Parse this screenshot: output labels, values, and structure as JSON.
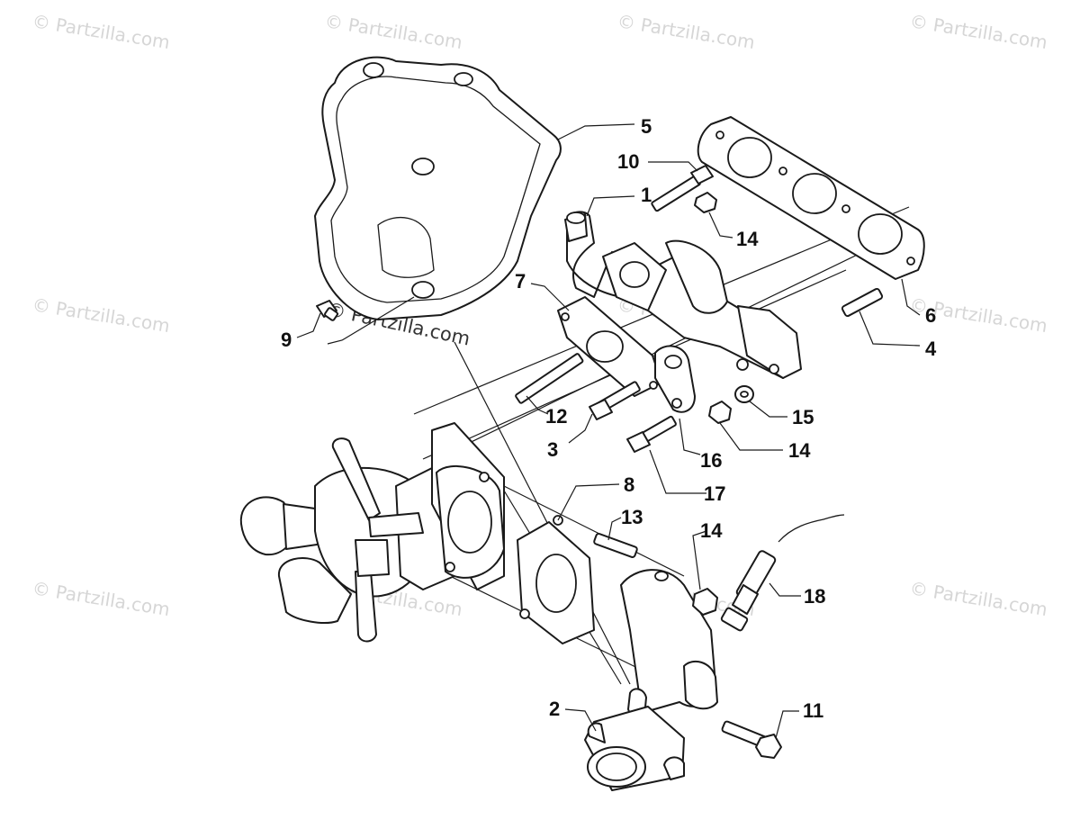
{
  "watermark": {
    "text": "© Partzilla.com",
    "color_light": "#d6d6d6",
    "color_dark": "#333333"
  },
  "callouts": [
    {
      "id": "1",
      "label": "1"
    },
    {
      "id": "2",
      "label": "2"
    },
    {
      "id": "3",
      "label": "3"
    },
    {
      "id": "4",
      "label": "4"
    },
    {
      "id": "5",
      "label": "5"
    },
    {
      "id": "6",
      "label": "6"
    },
    {
      "id": "7",
      "label": "7"
    },
    {
      "id": "8",
      "label": "8"
    },
    {
      "id": "9",
      "label": "9"
    },
    {
      "id": "10",
      "label": "10"
    },
    {
      "id": "11",
      "label": "11"
    },
    {
      "id": "12",
      "label": "12"
    },
    {
      "id": "13",
      "label": "13"
    },
    {
      "id": "14a",
      "label": "14"
    },
    {
      "id": "14b",
      "label": "14"
    },
    {
      "id": "14c",
      "label": "14"
    },
    {
      "id": "15",
      "label": "15"
    },
    {
      "id": "16",
      "label": "16"
    },
    {
      "id": "17",
      "label": "17"
    },
    {
      "id": "18",
      "label": "18"
    }
  ]
}
